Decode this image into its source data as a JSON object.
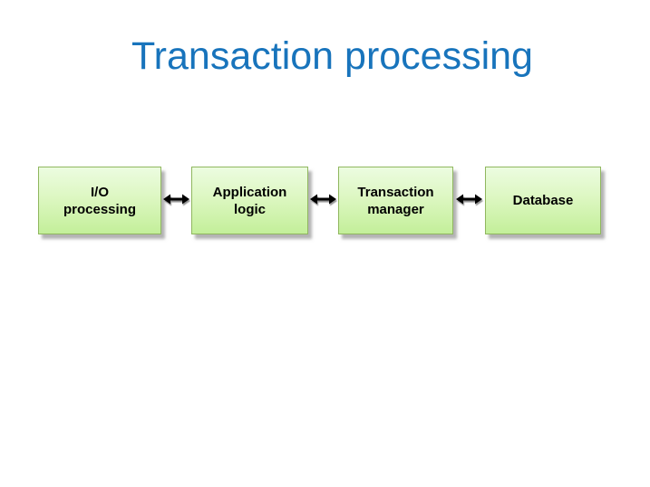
{
  "slide": {
    "title": "Transaction processing",
    "colors": {
      "title_text": "#1874BC",
      "box_fill_top": "#ECFCE0",
      "box_fill_bottom": "#C3EF9A",
      "box_border": "#90B75F",
      "box_text": "#000000",
      "arrow": "#000000",
      "background": "#FFFFFF"
    },
    "boxes": [
      {
        "id": "io-processing",
        "label": "I/O\nprocessing"
      },
      {
        "id": "application-logic",
        "label": "Application\nlogic"
      },
      {
        "id": "transaction-manager",
        "label": "Transaction\nmanager"
      },
      {
        "id": "database",
        "label": "Database"
      }
    ],
    "arrows": [
      {
        "id": "arrow-io-application",
        "type": "double-headed",
        "direction": "horizontal"
      },
      {
        "id": "arrow-application-transaction",
        "type": "double-headed",
        "direction": "horizontal"
      },
      {
        "id": "arrow-transaction-database",
        "type": "double-headed",
        "direction": "horizontal"
      }
    ]
  }
}
